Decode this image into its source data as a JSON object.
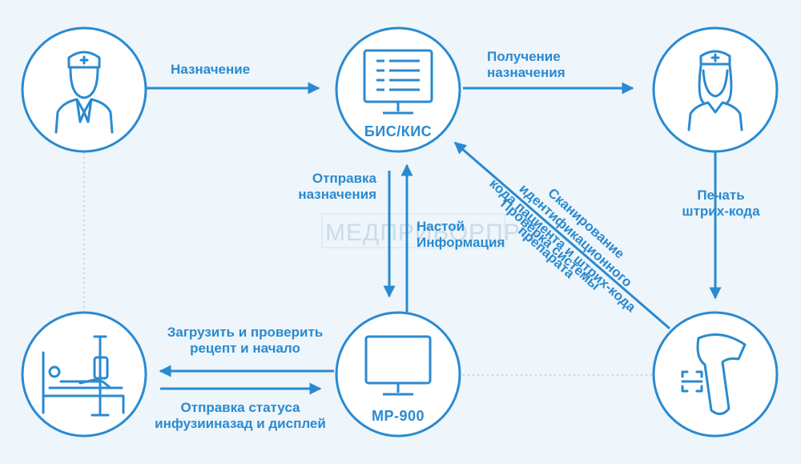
{
  "colors": {
    "accent": "#2a8ad0",
    "background": "#eef5fb",
    "node_fill": "#ffffff",
    "dotted": "#b9cddd"
  },
  "watermark": "МЕДПРИБОРПРО",
  "nodes": {
    "doctor": {
      "icon": "doctor-icon"
    },
    "his": {
      "label": "БИС/КИС",
      "icon": "monitor-document-icon"
    },
    "nurse": {
      "icon": "nurse-icon"
    },
    "patient": {
      "icon": "patient-bed-icon"
    },
    "pump": {
      "label": "MP-900",
      "icon": "monitor-icon"
    },
    "scanner": {
      "icon": "barcode-scanner-icon"
    }
  },
  "edges": {
    "assignment": {
      "line1": "Назначение"
    },
    "receive": {
      "line1": "Получение",
      "line2": "назначения"
    },
    "print": {
      "line1": "Печать",
      "line2": "штрих-кода"
    },
    "send_assignment": {
      "line1": "Отправка",
      "line2": "назначения"
    },
    "settings": {
      "line1": "Настой",
      "line2": "Информация"
    },
    "scan": {
      "line1": "Сканирование",
      "line2": "идентификационного",
      "line3": "кода пациента и штрих-кода",
      "line4": "препарата"
    },
    "verify": {
      "line1": "Проверка системы"
    },
    "load": {
      "line1": "Загрузить и проверить",
      "line2": "рецепт и начало"
    },
    "status": {
      "line1": "Отправка статуса",
      "line2": "инфузииназад и дисплей"
    }
  }
}
